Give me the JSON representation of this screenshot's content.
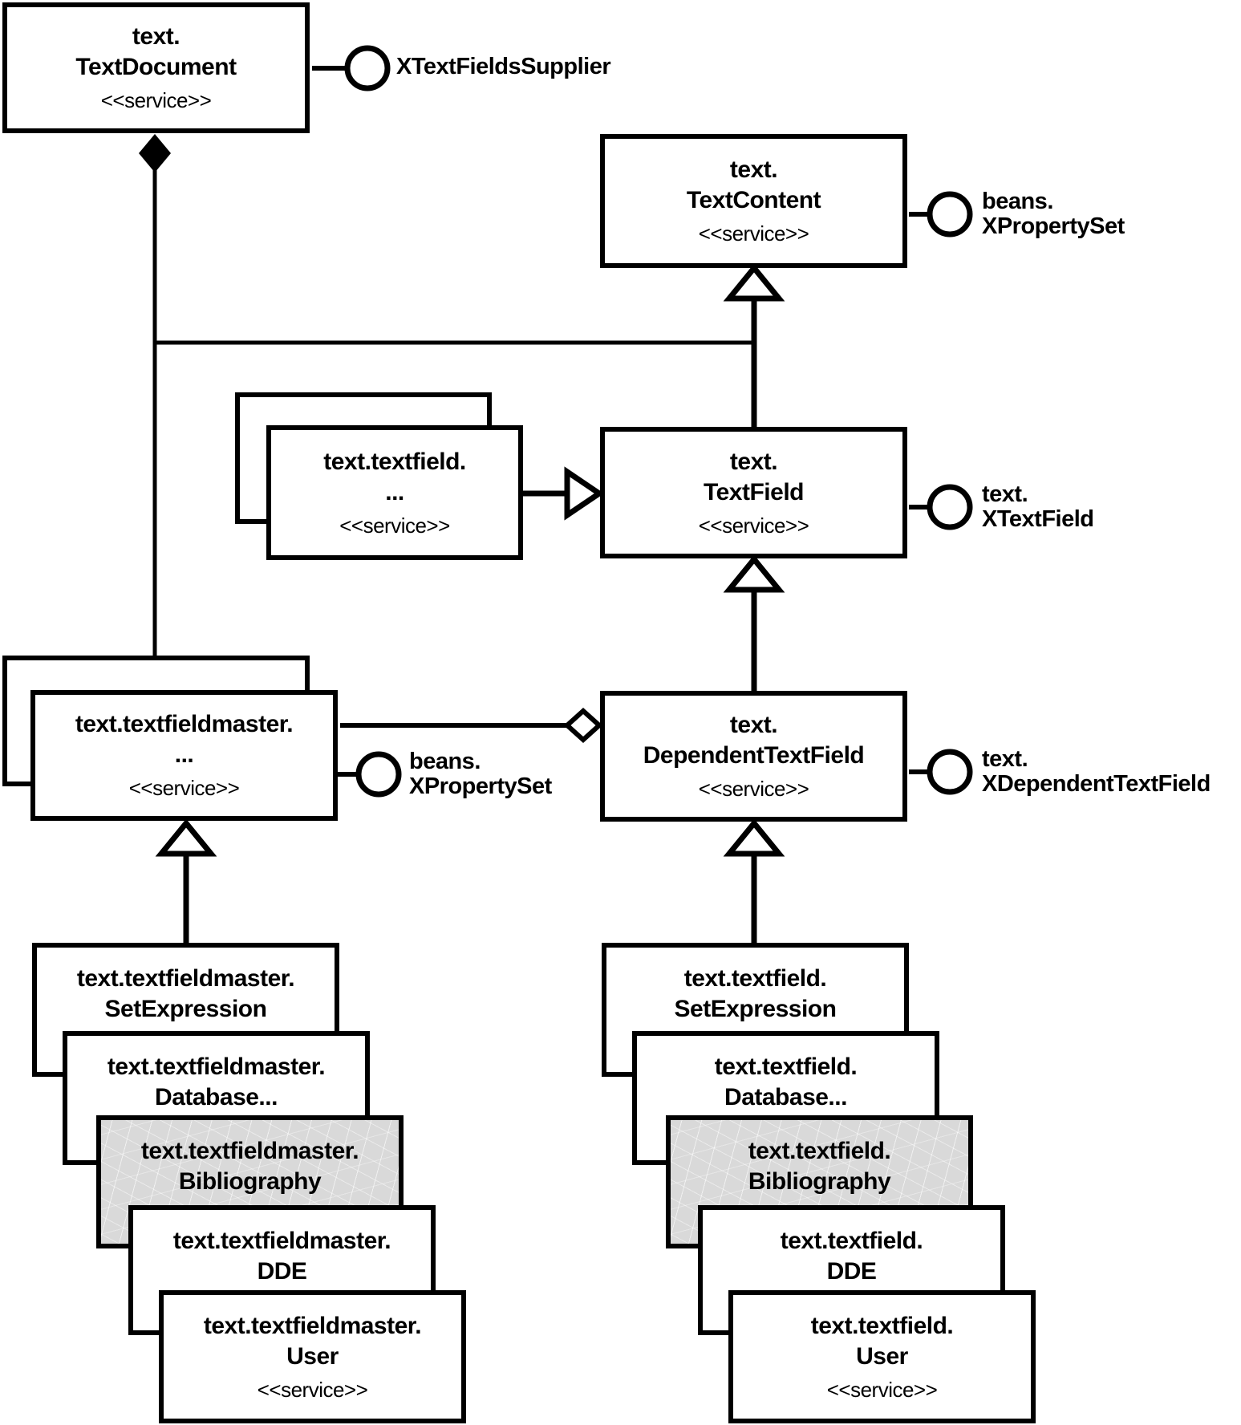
{
  "diagram_title": "UML services diagram: text fields of a text document",
  "colors": {
    "foreground": "#000000",
    "background": "#ffffff",
    "highlight_box_fill": "#d9d9d9"
  },
  "nodes": {
    "text_document": {
      "line1": "text.",
      "line2": "TextDocument",
      "stereotype": "<<service>>"
    },
    "text_content": {
      "line1": "text.",
      "line2": "TextContent",
      "stereotype": "<<service>>"
    },
    "text_field": {
      "line1": "text.",
      "line2": "TextField",
      "stereotype": "<<service>>"
    },
    "dependent_text_field": {
      "line1": "text.",
      "line2": "DependentTextField",
      "stereotype": "<<service>>"
    },
    "textfield_stack": {
      "line1": "text.textfield.",
      "line2": "...",
      "stereotype": "<<service>>"
    },
    "textfieldmaster_stack": {
      "line1": "text.textfieldmaster.",
      "line2": "...",
      "stereotype": "<<service>>"
    },
    "master_set_expression": {
      "line1": "text.textfieldmaster.",
      "line2": "SetExpression"
    },
    "master_database": {
      "line1": "text.textfieldmaster.",
      "line2": "Database..."
    },
    "master_bibliography": {
      "line1": "text.textfieldmaster.",
      "line2": "Bibliography"
    },
    "master_dde": {
      "line1": "text.textfieldmaster.",
      "line2": "DDE"
    },
    "master_user": {
      "line1": "text.textfieldmaster.",
      "line2": "User",
      "stereotype": "<<service>>"
    },
    "field_set_expression": {
      "line1": "text.textfield.",
      "line2": "SetExpression"
    },
    "field_database": {
      "line1": "text.textfield.",
      "line2": "Database..."
    },
    "field_bibliography": {
      "line1": "text.textfield.",
      "line2": "Bibliography"
    },
    "field_dde": {
      "line1": "text.textfield.",
      "line2": "DDE"
    },
    "field_user": {
      "line1": "text.textfield.",
      "line2": "User",
      "stereotype": "<<service>>"
    }
  },
  "interfaces": {
    "x_text_fields_supplier": {
      "line1": "XTextFieldsSupplier",
      "line2": ""
    },
    "beans_x_property_set_content": {
      "line1": "beans.",
      "line2": "XPropertySet"
    },
    "text_x_text_field": {
      "line1": "text.",
      "line2": "XTextField"
    },
    "text_x_dependent_text_field": {
      "line1": "text.",
      "line2": "XDependentTextField"
    },
    "beans_x_property_set_master": {
      "line1": "beans.",
      "line2": "XPropertySet"
    }
  }
}
